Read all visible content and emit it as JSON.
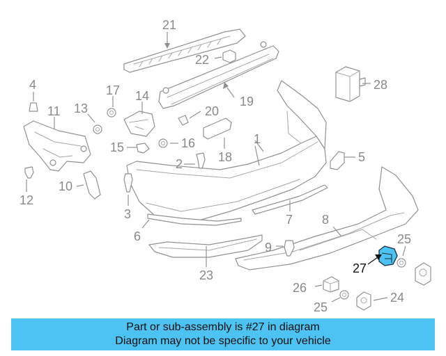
{
  "diagram": {
    "callouts": [
      "1",
      "2",
      "3",
      "4",
      "5",
      "6",
      "7",
      "8",
      "9",
      "10",
      "11",
      "12",
      "13",
      "14",
      "15",
      "16",
      "17",
      "18",
      "19",
      "20",
      "21",
      "22",
      "23",
      "24",
      "25",
      "25",
      "26",
      "27",
      "28"
    ],
    "selected_part": "27",
    "highlight_color": "#4cc3f2"
  },
  "banner": {
    "line1": "Part or sub-assembly is #27 in diagram",
    "line2": "Diagram may not be specific to your vehicle",
    "background": "#4cc3f2"
  }
}
